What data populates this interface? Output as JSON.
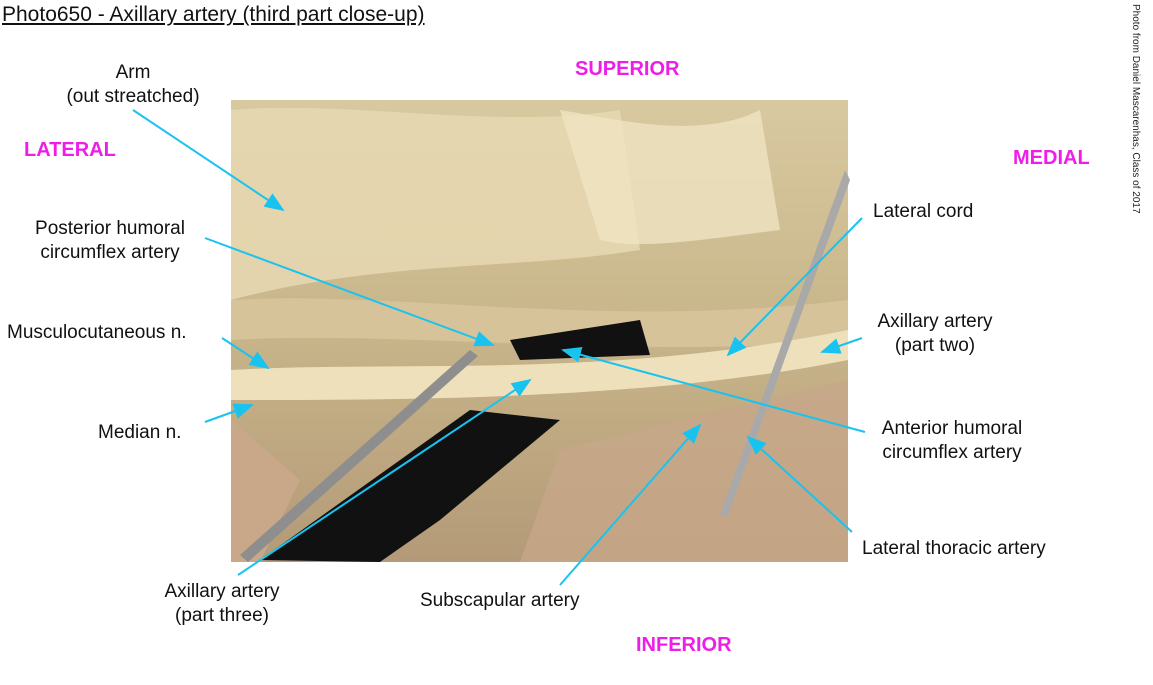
{
  "title": "Photo650 - Axillary artery (third part close-up)",
  "credit": "Photo from Daniel Mascarenhas, Class of 2017",
  "orientation": {
    "superior": "SUPERIOR",
    "inferior": "INFERIOR",
    "lateral": "LATERAL",
    "medial": "MEDIAL",
    "color": "#ee1ee8"
  },
  "labels": {
    "arm_line1": "Arm",
    "arm_line2": "(out streatched)",
    "posterior_line1": "Posterior humoral",
    "posterior_line2": "circumflex artery",
    "musculocutaneous": "Musculocutaneous n.",
    "median": "Median n.",
    "ax3_line1": "Axillary artery",
    "ax3_line2": "(part three)",
    "subscapular": "Subscapular artery",
    "lateral_cord": "Lateral cord",
    "ax2_line1": "Axillary artery",
    "ax2_line2": "(part two)",
    "anterior_line1": "Anterior humoral",
    "anterior_line2": "circumflex artery",
    "lateral_thoracic": "Lateral thoracic artery"
  },
  "pointer_color": "#19c3f0"
}
